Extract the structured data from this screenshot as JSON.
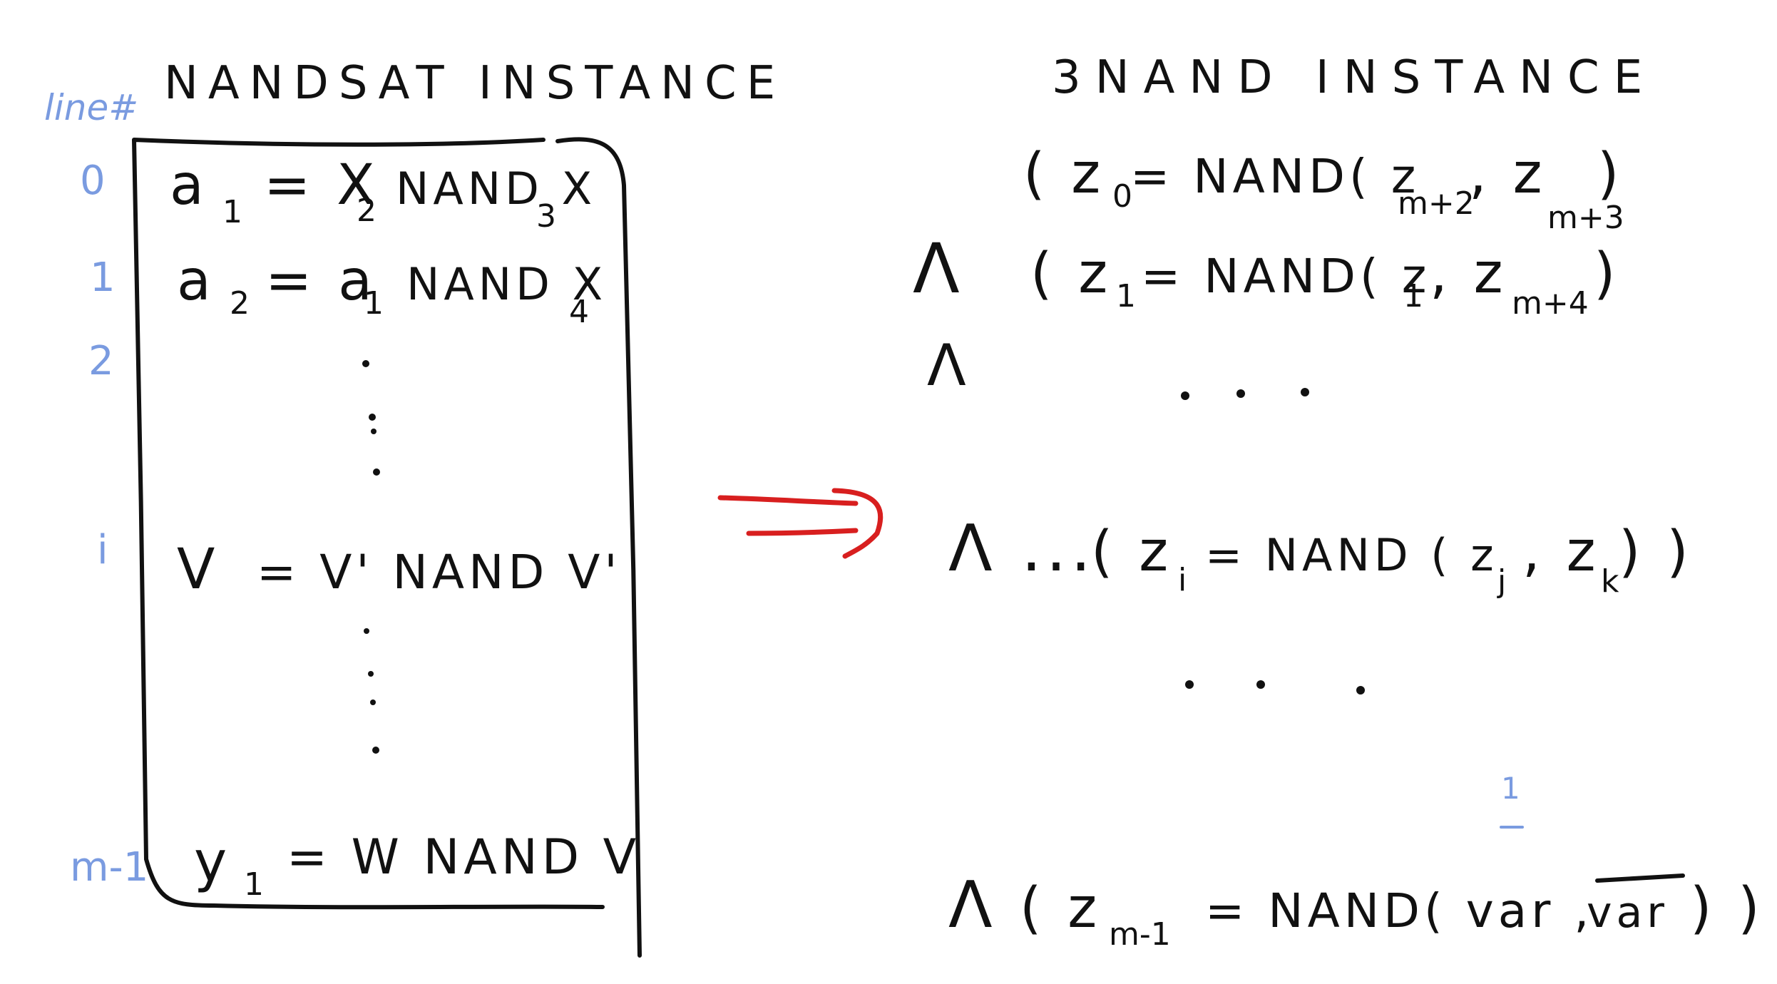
{
  "left": {
    "title": "NANDSAT INSTANCE",
    "line_header": "line#",
    "line_numbers": [
      "0",
      "1",
      "2",
      "i",
      "m-1"
    ],
    "rows": [
      {
        "main": "a",
        "sub": "1",
        "rest": "= X",
        "rest_sub": "2",
        "tail": "NAND X",
        "tail_sub": "3"
      },
      {
        "main": "a",
        "sub": "2",
        "rest": "= a",
        "rest_sub": "1",
        "tail": "NAND X",
        "tail_sub": "4"
      },
      {
        "main": "V",
        "sub": "",
        "rest": "= V' NAND V'",
        "rest_sub": "",
        "tail": "",
        "tail_sub": ""
      },
      {
        "main": "y",
        "sub": "1",
        "rest": "= W NAND V",
        "rest_sub": "",
        "tail": "",
        "tail_sub": ""
      }
    ]
  },
  "right": {
    "title": "3NAND INSTANCE",
    "clauses": [
      {
        "prefix": "",
        "text": "( z",
        "sub": "0",
        "mid": " = NAND( z",
        "sub2": "m+2",
        "mid2": " , z",
        "sub3": "m+3",
        "end": " )"
      },
      {
        "prefix": "Λ",
        "text": "( z",
        "sub": "1",
        "mid": " = NAND( z",
        "sub2": "1",
        "mid2": " , z",
        "sub3": "m+4",
        "end": " )"
      },
      {
        "prefix": "Λ",
        "text": "",
        "sub": "",
        "mid": "",
        "sub2": "",
        "mid2": "",
        "sub3": "",
        "end": ""
      },
      {
        "prefix": "Λ ...",
        "text": "( z",
        "sub": "i",
        "mid": " = NAND ( z",
        "sub2": "j",
        "mid2": " , z",
        "sub3": "k",
        "end": " ) )"
      },
      {
        "prefix": "Λ",
        "text": "( z",
        "sub": "m-1",
        "mid": " = NAND( var ,",
        "sub2": "",
        "mid2": " var",
        "sub3": "",
        "end": " ) )"
      }
    ],
    "overline_mark": "1",
    "ellipsis_1": ". . .",
    "ellipsis_2": ". . ."
  },
  "arrow": {
    "label": "⟹"
  },
  "colors": {
    "ink": "#111111",
    "line_numbers": "#7a9be0",
    "arrow": "#d81f1f"
  }
}
